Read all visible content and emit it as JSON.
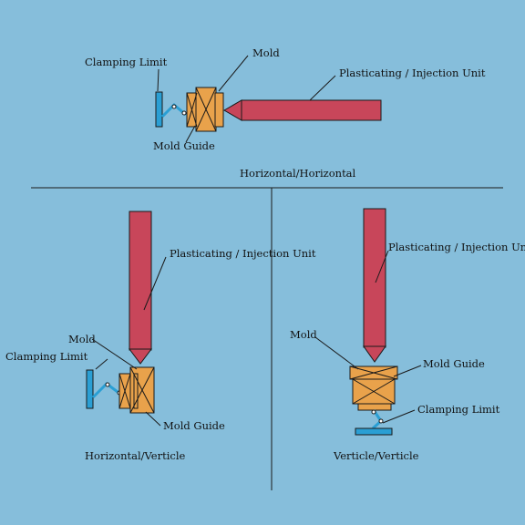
{
  "colors": {
    "background": "#86bedb",
    "injection_unit": "#c8465a",
    "mold": "#e9a24b",
    "clamp": "#2a9fd4",
    "line": "#1a1a1a"
  },
  "sections": {
    "horizontal_horizontal": {
      "caption": "Horizontal/Horizontal",
      "clamping_limit": "Clamping Limit",
      "mold": "Mold",
      "unit": "Plasticating / Injection Unit",
      "mold_guide": "Mold Guide"
    },
    "horizontal_verticle": {
      "caption": "Horizontal/Verticle",
      "unit": "Plasticating / Injection Unit",
      "mold": "Mold",
      "clamping_limit": "Clamping Limit",
      "mold_guide": "Mold Guide"
    },
    "verticle_verticle": {
      "caption": "Verticle/Verticle",
      "unit": "Plasticating / Injection Unit",
      "mold": "Mold",
      "mold_guide": "Mold Guide",
      "clamping_limit": "Clamping Limit"
    }
  }
}
